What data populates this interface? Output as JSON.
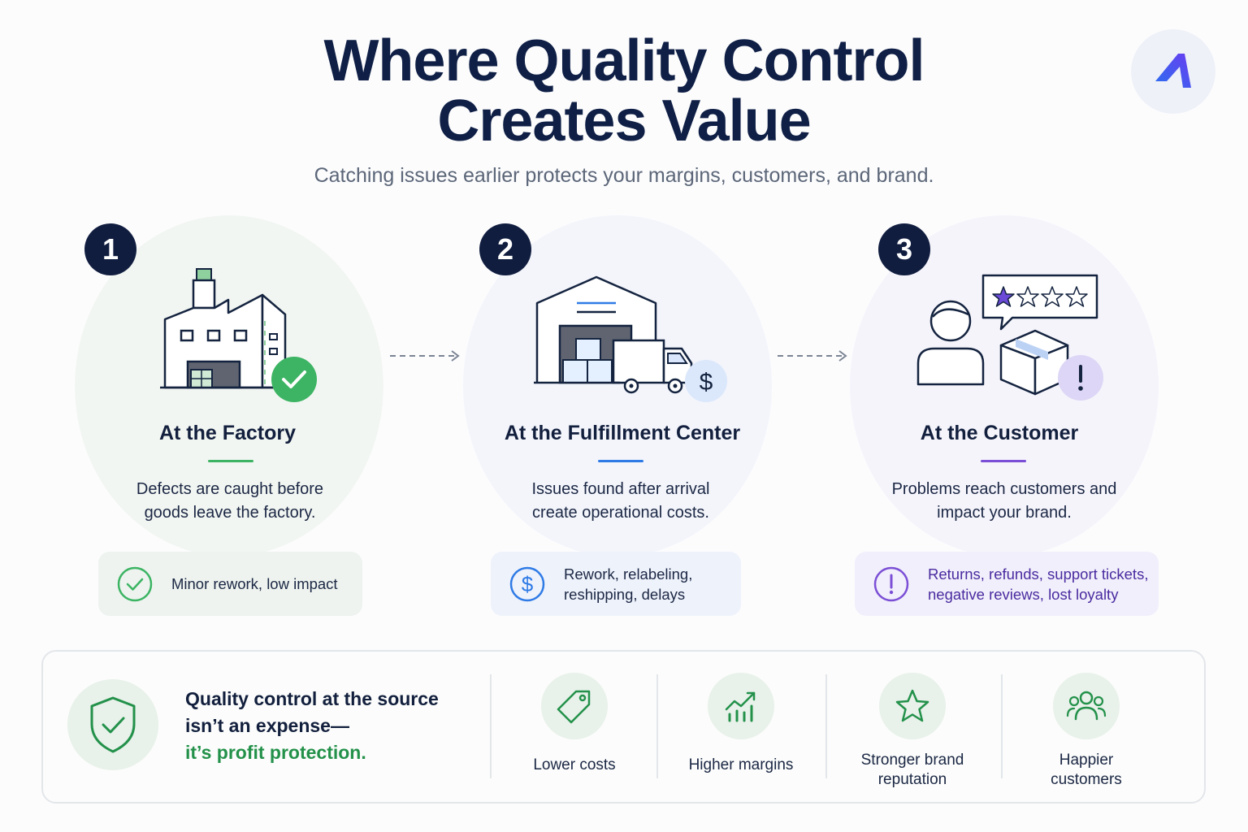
{
  "header": {
    "title_line1": "Where Quality Control",
    "title_line2": "Creates Value",
    "subtitle": "Catching issues earlier protects your margins, customers, and brand."
  },
  "stages": [
    {
      "number": "1",
      "title": "At the Factory",
      "desc_line1": "Defects are caught before",
      "desc_line2": "goods leave the factory.",
      "impact_line1": "Minor rework, low impact",
      "impact_line2": "",
      "accent": "#3cb463",
      "icon": "factory-icon"
    },
    {
      "number": "2",
      "title": "At the Fulfillment Center",
      "desc_line1": "Issues found after arrival",
      "desc_line2": "create operational costs.",
      "impact_line1": "Rework, relabeling,",
      "impact_line2": "reshipping, delays",
      "accent": "#2f7be6",
      "icon": "warehouse-truck-icon"
    },
    {
      "number": "3",
      "title": "At the Customer",
      "desc_line1": "Problems reach customers and",
      "desc_line2": "impact your brand.",
      "impact_line1": "Returns, refunds, support tickets,",
      "impact_line2": "negative reviews, lost loyalty",
      "accent": "#7b4fd6",
      "icon": "customer-review-icon"
    }
  ],
  "summary": {
    "line1": "Quality control at the source",
    "line2": "isn’t an expense—",
    "line3": "it’s profit protection.",
    "icon": "shield-check-icon"
  },
  "benefits": [
    {
      "label_line1": "Lower costs",
      "label_line2": "",
      "icon": "price-tag-icon"
    },
    {
      "label_line1": "Higher margins",
      "label_line2": "",
      "icon": "growth-chart-icon"
    },
    {
      "label_line1": "Stronger brand",
      "label_line2": "reputation",
      "icon": "star-icon"
    },
    {
      "label_line1": "Happier",
      "label_line2": "customers",
      "icon": "people-icon"
    }
  ],
  "colors": {
    "navy": "#0f1f45",
    "green": "#23914a",
    "blue": "#2f7be6",
    "purple": "#7b4fd6"
  }
}
